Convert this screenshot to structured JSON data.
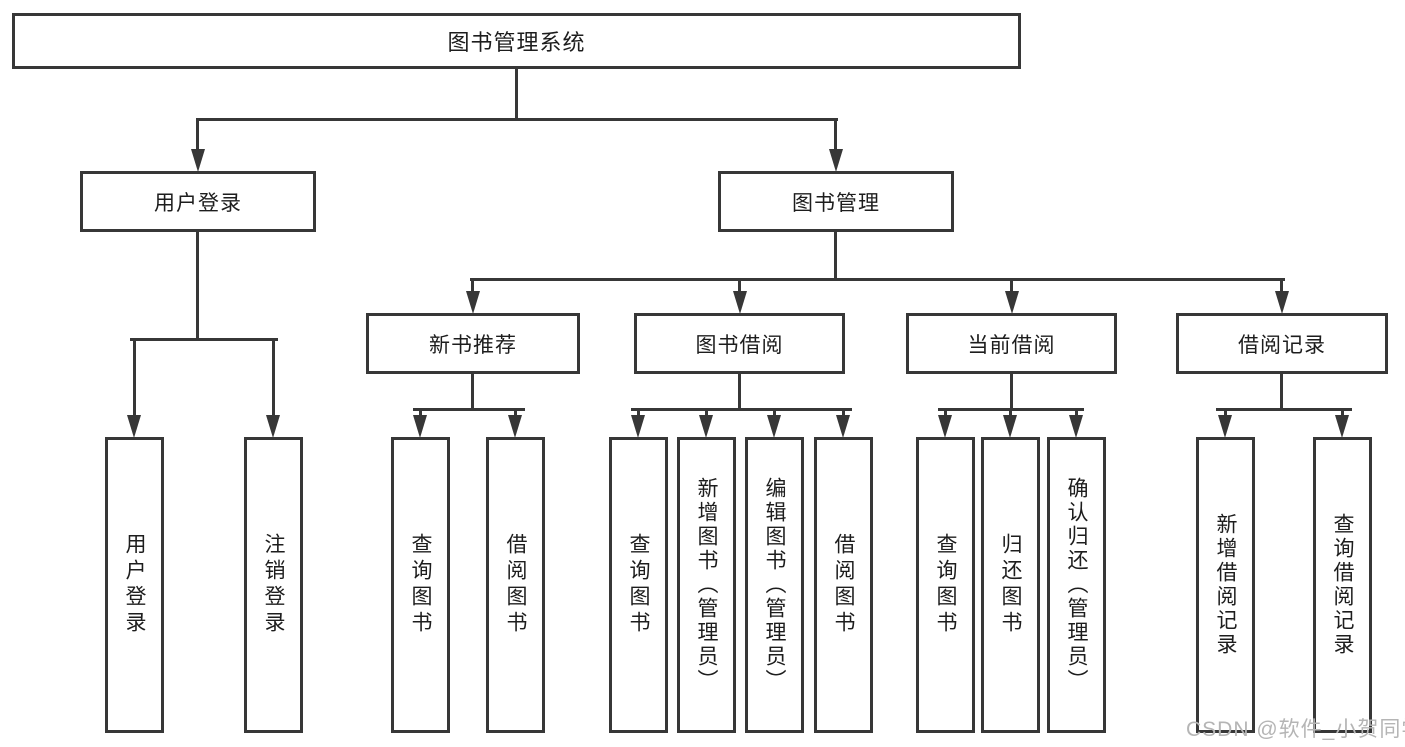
{
  "diagram_title": "图书管理系统",
  "colors": {
    "line": "#373737",
    "box_border": "#373737",
    "text": "#1d1d1d",
    "watermark": "#b5b5b5",
    "background": "#ffffff"
  },
  "tree": {
    "label": "图书管理系统",
    "children": [
      {
        "label": "用户登录",
        "children": [
          {
            "label": "用户登录"
          },
          {
            "label": "注销登录"
          }
        ]
      },
      {
        "label": "图书管理",
        "children": [
          {
            "label": "新书推荐",
            "children": [
              {
                "label": "查询图书"
              },
              {
                "label": "借阅图书"
              }
            ]
          },
          {
            "label": "图书借阅",
            "children": [
              {
                "label": "查询图书"
              },
              {
                "label": "新增图书（管理员）"
              },
              {
                "label": "编辑图书（管理员）"
              },
              {
                "label": "借阅图书"
              }
            ]
          },
          {
            "label": "当前借阅",
            "children": [
              {
                "label": "查询图书"
              },
              {
                "label": "归还图书"
              },
              {
                "label": "确认归还（管理员）"
              }
            ]
          },
          {
            "label": "借阅记录",
            "children": [
              {
                "label": "新增借阅记录"
              },
              {
                "label": "查询借阅记录"
              }
            ]
          }
        ]
      }
    ]
  },
  "watermark": {
    "text": "CSDN @软件_小贺同学"
  }
}
